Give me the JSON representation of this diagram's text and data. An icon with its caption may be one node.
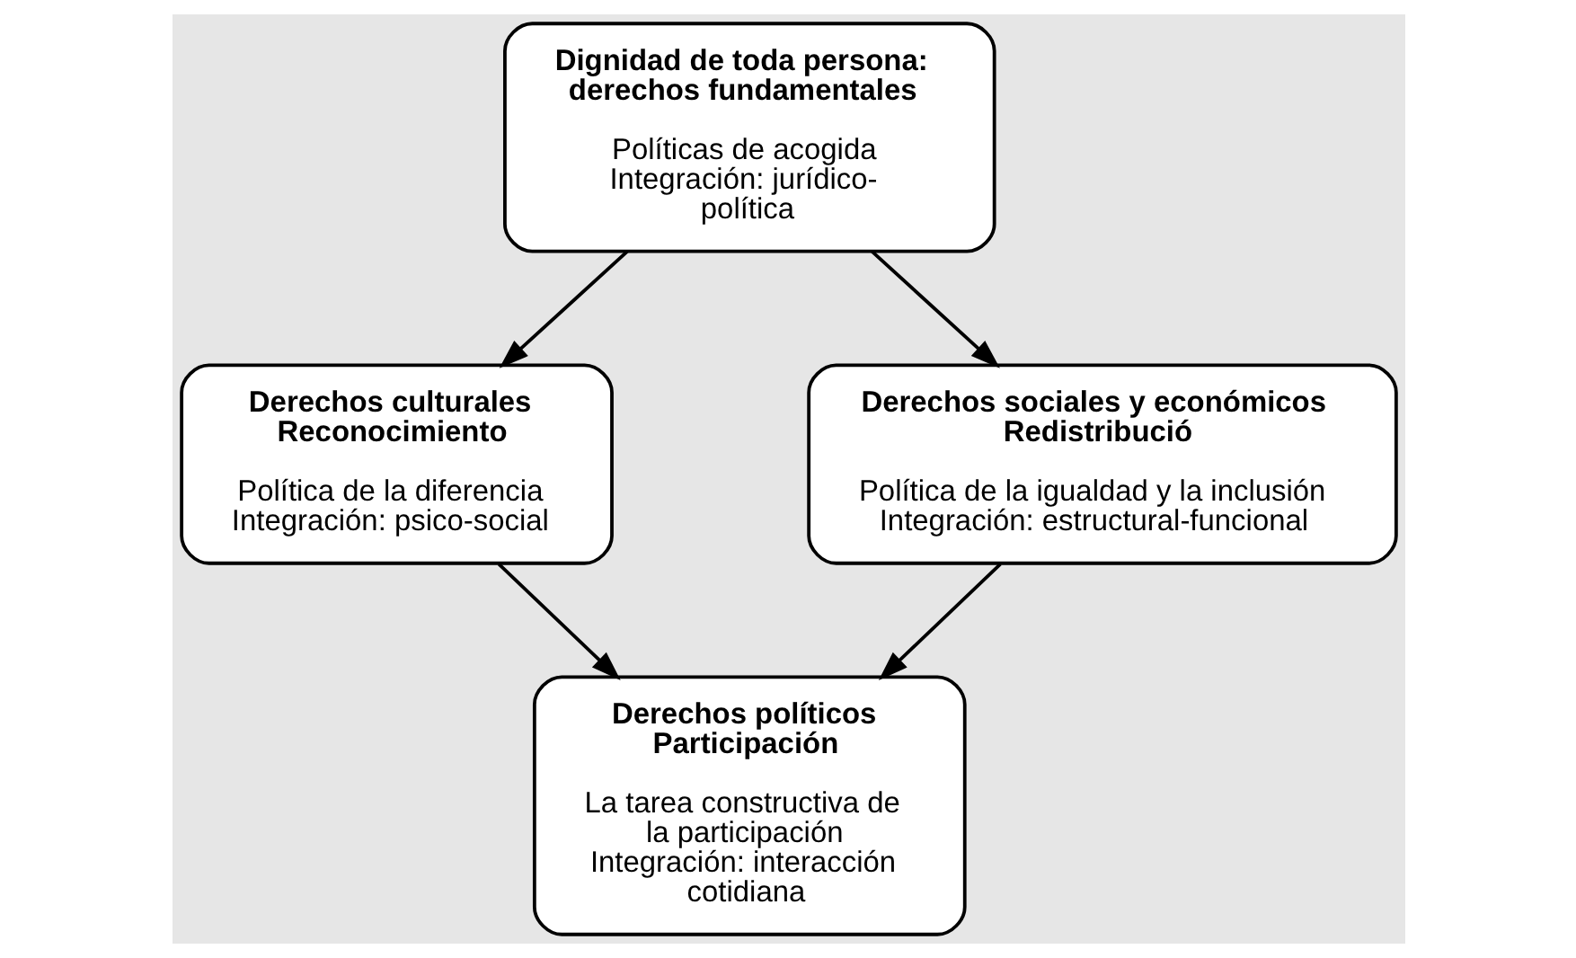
{
  "diagram": {
    "nodes": [
      {
        "text": [
          "Dignidad de toda persona: derechos fundamentales",
          "Políticas de acogida",
          "Integración: jurídico-política"
        ]
      },
      {
        "text": [
          "Derechos culturales",
          "Reconocimiento",
          "Política de la diferencia",
          "Integración: psico-social"
        ]
      },
      {
        "text": [
          "Derechos sociales y económicos",
          "Redistribució",
          "Política de la igualdad y la inclusión",
          "Integración: estructural-funcional"
        ]
      },
      {
        "text": [
          "Derechos políticos",
          "Participación",
          "La tarea constructiva de la participación",
          "Integración: interacción cotidiana"
        ]
      }
    ],
    "edges": [
      {
        "from": 0,
        "to": 1,
        "arrow": "to"
      },
      {
        "from": 0,
        "to": 2,
        "arrow": "to"
      },
      {
        "from": 1,
        "to": 3,
        "arrow": "to"
      },
      {
        "from": 2,
        "to": 3,
        "arrow": "to"
      }
    ]
  }
}
